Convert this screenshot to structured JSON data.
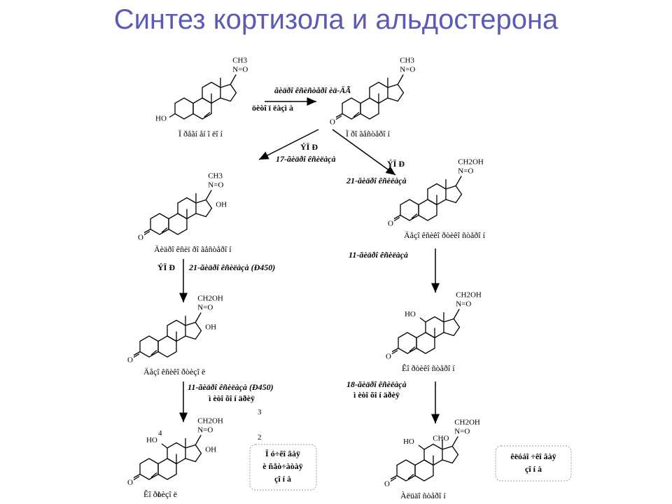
{
  "title": "Синтез кортизола и альдостерона",
  "labels": {
    "ch3": "CH3",
    "ch2oh": "CH2OH",
    "no": "N=O",
    "oh": "OH",
    "ho": "HO",
    "o": "O",
    "cho": "CHO"
  },
  "names": {
    "m1": "Ï ðåãí åí î ëî í",
    "m2": "Ï ðî ãåñòåðî í",
    "m3": "Ãèäðî êñèï ðî ãåñòåðî í",
    "m4": "Äåçî êñèêî ðòèêî ñòåðî í",
    "m5": "Äåçî êñèêî ðòèçî ë",
    "m6": "Êî ðòèêî ñòåðî í",
    "m7": "Êî ðòèçî ë",
    "m8": "Àëüäî ñòåðî í"
  },
  "enzymes": {
    "e1a": "ãèäðî êñèñòåðî èä-ÄÃ",
    "e1b": "öèòî ï ëàçì à",
    "e2a": "ÝÏ Ð",
    "e2b": "17-ãèäðî êñèëàçà",
    "e3a": "ÝÏ Ð",
    "e3b": "21-ãèäðî êñèëàçà",
    "e4a": "ÝÏ Ð",
    "e4b": "21-ãèäðî êñèëàçà (Ð450)",
    "e5": "11-ãèäðî êñèëàçà",
    "e6a": "11-ãèäðî êñèëàçà (Ð450)",
    "e6b": "ì èòî õî í äðèÿ",
    "e7a": "18-ãèäðî êñèëàçà",
    "e7b": "ì èòî õî í äðèÿ"
  },
  "boxes": {
    "left": [
      "Ï ó÷êî âàÿ",
      "è ñåò÷àòàÿ",
      "çî í à"
    ],
    "right": [
      "êëóáî ÷êî âàÿ",
      "çî í à"
    ]
  },
  "numbers": {
    "n1": "1",
    "n2": "2",
    "n3": "3",
    "n4": "4"
  }
}
